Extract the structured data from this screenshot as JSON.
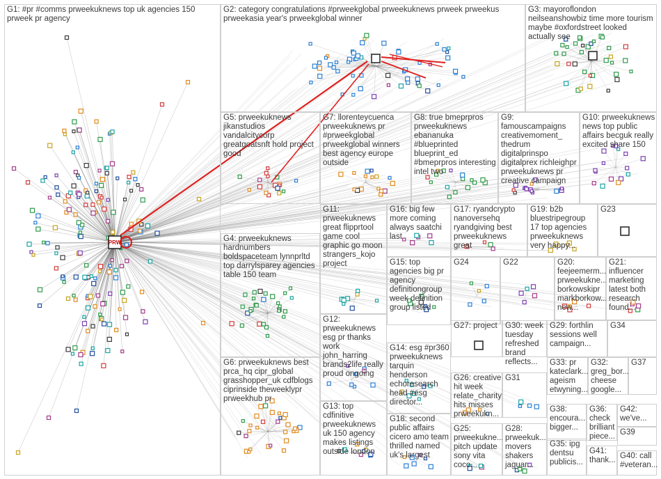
{
  "title": "",
  "hub_label": "PRW",
  "groups": [
    {
      "id": "g1",
      "label": "G1: #pr #comms prweekuknews top uk agencies 150\nprweek pr agency"
    },
    {
      "id": "g2",
      "label": "G2: category congratulations #prweekglobal prweekuknews prweek prweekus\nprweekasia year's prweekglobal winner"
    },
    {
      "id": "g3",
      "label": "G3: mayoroflondon\nneilseanshowbiz time more tourism\nmaybe #oxfordstreet looked\nactually see"
    },
    {
      "id": "g5",
      "label": "G5: prweekuknews\njikanstudios\nvandalcitycorp\ngreatgoatsnft hold project\ngood"
    },
    {
      "id": "g7",
      "label": "G7: llorenteycuenca\nprweekuknews pr\n#prweekglobal\nprweekglobal winners\nbest agency europe\noutside"
    },
    {
      "id": "g8",
      "label": "G8: true bmeprpros\nprweekuknews\nebananuka\n#blueprinted\nblueprint_ed\n#bmeprpros interesting\nintel two"
    },
    {
      "id": "g9",
      "label": "G9:\nfamouscampaigns\ncreativemoment_\nthedrum\ndigitalprinspo\ndigitalprex richleighpr\nprweekuknews pr\ncreative campaign"
    },
    {
      "id": "g10",
      "label": "G10: prweekuknews\nnews top public\naffairs becguk really\nexcited share 150"
    },
    {
      "id": "g11",
      "label": "G11:\nprweekuknews\ngreat flipprtool\ngame cool\ngraphic go moon\nstrangers_kojo\nproject"
    },
    {
      "id": "g16",
      "label": "G16: big few\nmore coming\nalways saatchi\nlast"
    },
    {
      "id": "g17",
      "label": "G17: ryandcrypto\nnanoversehq\nryandgiving best\nprweekuknews great"
    },
    {
      "id": "g19",
      "label": "G19: b2b\nbluestripegroup\n17 top agencies\nprweekuknews\nvery happy..."
    },
    {
      "id": "g23",
      "label": "G23"
    },
    {
      "id": "g4",
      "label": "G4: prweekuknews\nhardnumbers\nboldspaceteam lynnprltd\ntop darrylsparey agencies\ntable 150 team"
    },
    {
      "id": "g15",
      "label": "G15: top\nagencies big pr\nagency\ndefinitiongroup\nweek definition\ngroup listed"
    },
    {
      "id": "g24",
      "label": "G24"
    },
    {
      "id": "g22",
      "label": "G22"
    },
    {
      "id": "g20",
      "label": "G20:\nfeejeemerm...\nprweekukne...\nborkowskipr\nmarkborkow...\nnew..."
    },
    {
      "id": "g21",
      "label": "G21:\ninfluencer\nmarketing\nlatest both\nresearch\nfound..."
    },
    {
      "id": "g12",
      "label": "G12:\nprweekuknews\nesg pr thanks\nwork\njohn_harring\nbrands2life really\nproud ongoing"
    },
    {
      "id": "g27",
      "label": "G27: project"
    },
    {
      "id": "g30",
      "label": "G30: week\ntuesday\nrefreshed\nbrand\nreflects..."
    },
    {
      "id": "g29",
      "label": "G29: forthlin\nsessions well\ncampaign..."
    },
    {
      "id": "g34",
      "label": "G34"
    },
    {
      "id": "g6",
      "label": "G6: prweekuknews best\nprca_hq cipr_global\ngrasshopper_uk cdfblogs\nciprinside theweeklypr\nprweekhub pr"
    },
    {
      "id": "g14",
      "label": "G14: esg #pr360\nprweekuknews\ntarquin\nhenderson\nechoresearch\nhead #esg\ndirector..."
    },
    {
      "id": "g33",
      "label": "G33: pr\nkateclark...\nageism\netwyning..."
    },
    {
      "id": "g32",
      "label": "G32:\ngreg_bor...\ncheese\ngoogle..."
    },
    {
      "id": "g37",
      "label": "G37"
    },
    {
      "id": "g26",
      "label": "G26: creative\nhit week\nrelate_charity\nhits misses\nprweekukn..."
    },
    {
      "id": "g31",
      "label": "G31"
    },
    {
      "id": "g38",
      "label": "G38:\nencoura...\nbigger..."
    },
    {
      "id": "g36",
      "label": "G36:\ncheck\nbrilliant\npiece..."
    },
    {
      "id": "g42",
      "label": "G42:\nwe've..."
    },
    {
      "id": "g13",
      "label": "G13: top\ncdfinitive\nprweekuknews\nuk 150 agency\nmakes listings\noutside london"
    },
    {
      "id": "g18",
      "label": "G18: second\npublic affairs\ncicero amo team\nthrilled named\nuk's largest"
    },
    {
      "id": "g25",
      "label": "G25:\nprweekukne...\npitch update\nsony vita\ncoco..."
    },
    {
      "id": "g28",
      "label": "G28:\nprweekuk...\nmovers\nshakers\njaguar..."
    },
    {
      "id": "g35",
      "label": "G35: ipg\ndentsu\npublicis..."
    },
    {
      "id": "g41",
      "label": "G41:\nthank..."
    },
    {
      "id": "g39",
      "label": "G39"
    },
    {
      "id": "g40",
      "label": "G40: call\n#veteran..."
    }
  ]
}
